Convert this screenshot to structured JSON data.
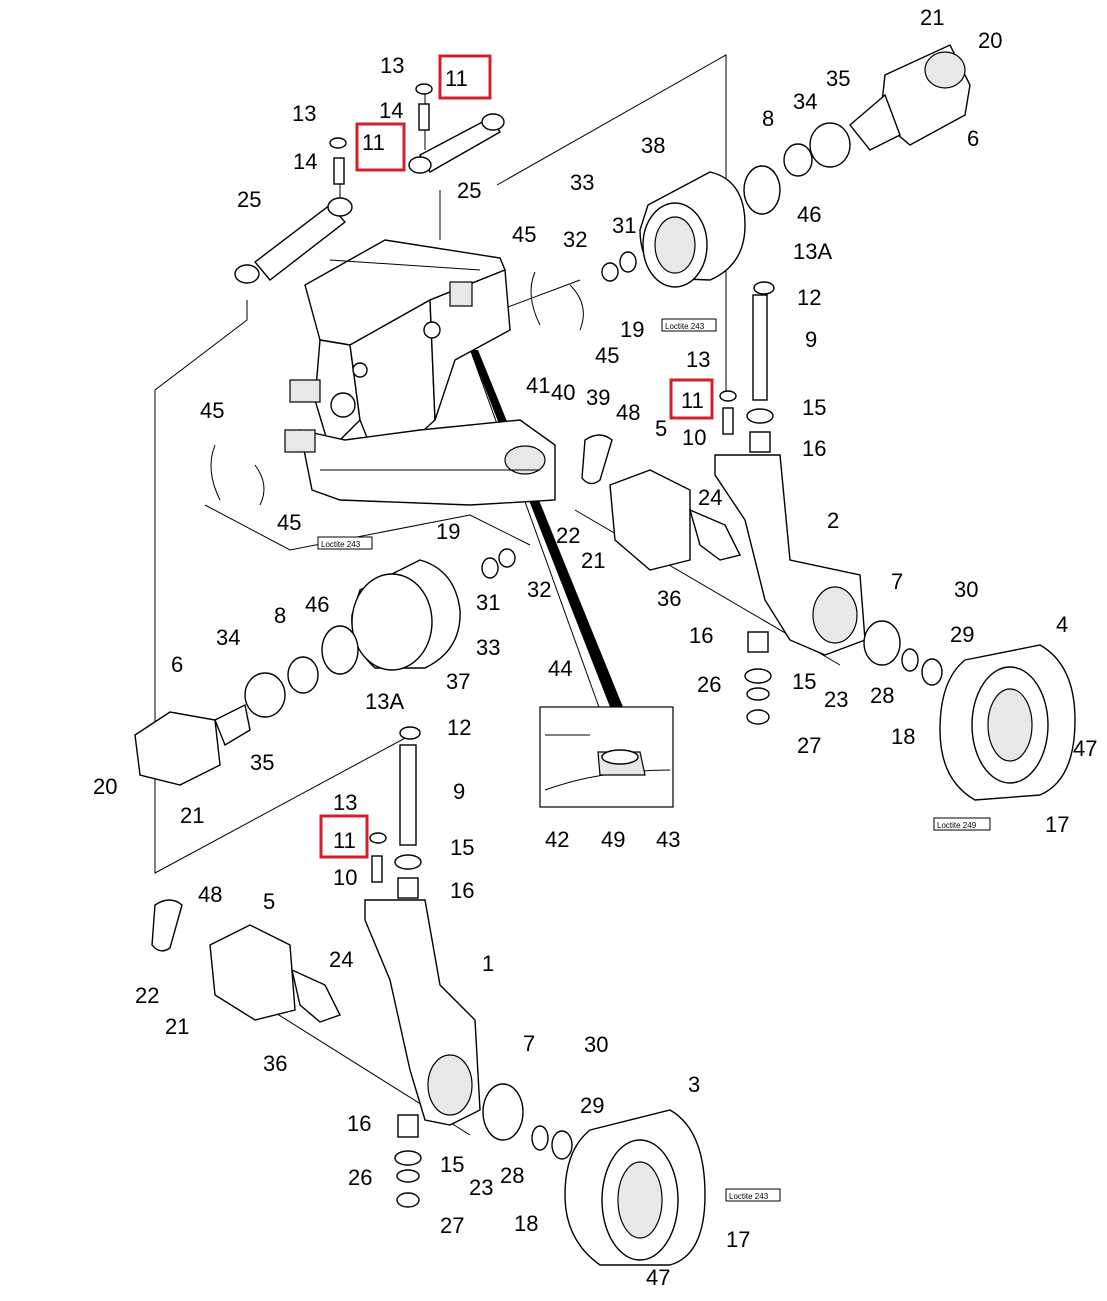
{
  "highlight_color": "#d0202a",
  "loctite_note": "Loctite 243",
  "loctite_note_alt": "Loctite 249",
  "highlighted_labels": [
    "11",
    "11",
    "11",
    "11"
  ],
  "labels": [
    "21",
    "20",
    "13",
    "11",
    "35",
    "34",
    "8",
    "6",
    "14",
    "13",
    "11",
    "14",
    "25",
    "25",
    "38",
    "33",
    "46",
    "32",
    "31",
    "45",
    "13A",
    "12",
    "19",
    "45",
    "9",
    "13",
    "41",
    "40",
    "11",
    "15",
    "39",
    "48",
    "10",
    "16",
    "45",
    "5",
    "24",
    "45",
    "2",
    "22",
    "21",
    "19",
    "32",
    "31",
    "36",
    "8",
    "46",
    "33",
    "7",
    "30",
    "34",
    "6",
    "37",
    "16",
    "29",
    "4",
    "15",
    "44",
    "26",
    "28",
    "23",
    "13A",
    "35",
    "12",
    "18",
    "27",
    "47",
    "20",
    "21",
    "9",
    "17",
    "42",
    "49",
    "43",
    "13",
    "15",
    "11",
    "10",
    "16",
    "48",
    "5",
    "24",
    "1",
    "22",
    "21",
    "36",
    "30",
    "7",
    "3",
    "16",
    "29",
    "15",
    "26",
    "28",
    "23",
    "27",
    "18",
    "17",
    "47"
  ]
}
